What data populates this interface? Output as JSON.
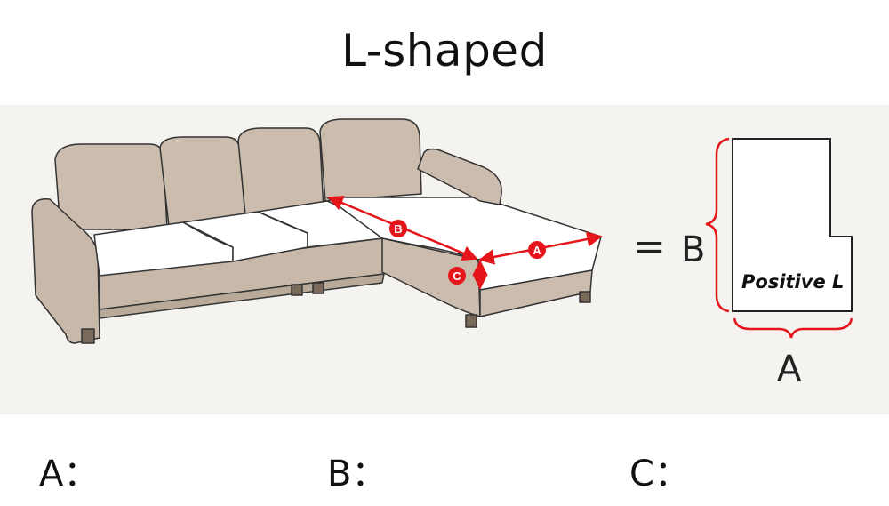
{
  "title": "L-shaped",
  "diagram": {
    "markers": {
      "a": "A",
      "b": "B",
      "c": "C"
    },
    "equals": "=",
    "shape_label": "Positive L",
    "side_b": "B",
    "side_a": "A"
  },
  "fields": [
    {
      "label": "A："
    },
    {
      "label": "B："
    },
    {
      "label": "C："
    }
  ],
  "colors": {
    "measure_red": "#e4161b",
    "sofa_fabric": "#cbbcae",
    "cushion": "#ffffff",
    "outline": "#333333",
    "panel": "#f4f3ef"
  }
}
